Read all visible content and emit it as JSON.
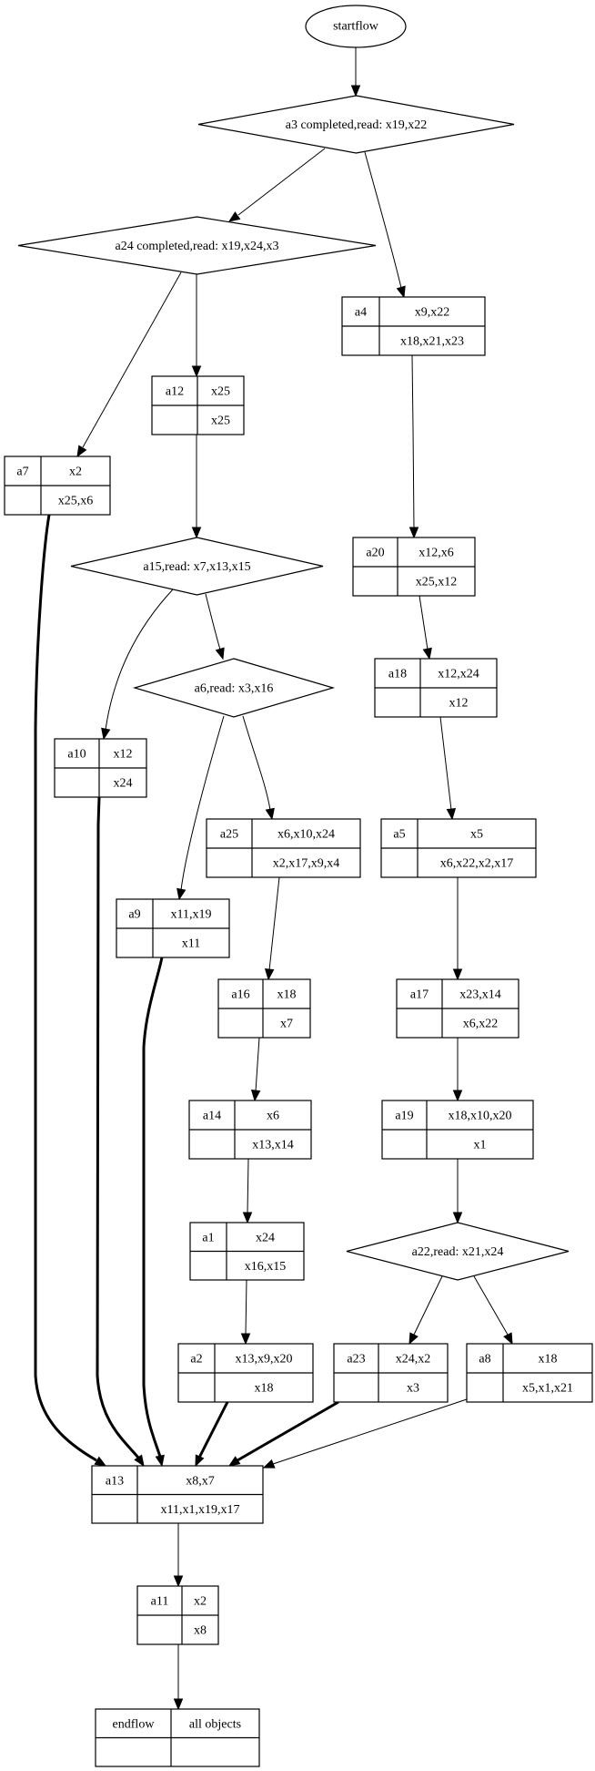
{
  "diagram": {
    "title": "workflow graph",
    "nodes": [
      {
        "id": "startflow",
        "shape": "ellipse",
        "label": "startflow"
      },
      {
        "id": "a3",
        "shape": "diamond",
        "label": "a3 completed,read: x19,x22"
      },
      {
        "id": "a24",
        "shape": "diamond",
        "label": "a24 completed,read: x19,x24,x3"
      },
      {
        "id": "a4",
        "shape": "record",
        "name": "a4",
        "writes": "x9,x22",
        "reads": "x18,x21,x23",
        "extra": ""
      },
      {
        "id": "a12",
        "shape": "record",
        "name": "a12",
        "writes": "x25",
        "reads": "x25",
        "extra": ""
      },
      {
        "id": "a7",
        "shape": "record",
        "name": "a7",
        "writes": "x2",
        "reads": "x25,x6",
        "extra": ""
      },
      {
        "id": "a15",
        "shape": "diamond",
        "label": "a15,read: x7,x13,x15"
      },
      {
        "id": "a20",
        "shape": "record",
        "name": "a20",
        "writes": "x12,x6",
        "reads": "x25,x12",
        "extra": ""
      },
      {
        "id": "a6",
        "shape": "diamond",
        "label": "a6,read: x3,x16"
      },
      {
        "id": "a18",
        "shape": "record",
        "name": "a18",
        "writes": "x12,x24",
        "reads": "x12",
        "extra": ""
      },
      {
        "id": "a10",
        "shape": "record",
        "name": "a10",
        "writes": "x12",
        "reads": "x24",
        "extra": ""
      },
      {
        "id": "a25",
        "shape": "record",
        "name": "a25",
        "writes": "x6,x10,x24",
        "reads": "x2,x17,x9,x4",
        "extra": ""
      },
      {
        "id": "a5",
        "shape": "record",
        "name": "a5",
        "writes": "x5",
        "reads": "x6,x22,x2,x17",
        "extra": ""
      },
      {
        "id": "a9",
        "shape": "record",
        "name": "a9",
        "writes": "x11,x19",
        "reads": "x11",
        "extra": ""
      },
      {
        "id": "a16",
        "shape": "record",
        "name": "a16",
        "writes": "x18",
        "reads": "x7",
        "extra": ""
      },
      {
        "id": "a17",
        "shape": "record",
        "name": "a17",
        "writes": "x23,x14",
        "reads": "x6,x22",
        "extra": ""
      },
      {
        "id": "a14",
        "shape": "record",
        "name": "a14",
        "writes": "x6",
        "reads": "x13,x14",
        "extra": ""
      },
      {
        "id": "a19",
        "shape": "record",
        "name": "a19",
        "writes": "x18,x10,x20",
        "reads": "x1",
        "extra": ""
      },
      {
        "id": "a1",
        "shape": "record",
        "name": "a1",
        "writes": "x24",
        "reads": "x16,x15",
        "extra": ""
      },
      {
        "id": "a22",
        "shape": "diamond",
        "label": "a22,read: x21,x24"
      },
      {
        "id": "a2",
        "shape": "record",
        "name": "a2",
        "writes": "x13,x9,x20",
        "reads": "x18",
        "extra": ""
      },
      {
        "id": "a23",
        "shape": "record",
        "name": "a23",
        "writes": "x24,x2",
        "reads": "x3",
        "extra": ""
      },
      {
        "id": "a8",
        "shape": "record",
        "name": "a8",
        "writes": "x18",
        "reads": "x5,x1,x21",
        "extra": ""
      },
      {
        "id": "a13",
        "shape": "record",
        "name": "a13",
        "writes": "x8,x7",
        "reads": "x11,x1,x19,x17",
        "extra": ""
      },
      {
        "id": "a11",
        "shape": "record",
        "name": "a11",
        "writes": "x2",
        "reads": "x8",
        "extra": ""
      },
      {
        "id": "endflow",
        "shape": "record",
        "name": "endflow",
        "writes": "all objects",
        "reads": "",
        "extra": ""
      }
    ],
    "edges": [
      {
        "from": "startflow",
        "to": "a3",
        "style": "normal"
      },
      {
        "from": "a3",
        "to": "a24",
        "style": "normal"
      },
      {
        "from": "a3",
        "to": "a4",
        "style": "normal"
      },
      {
        "from": "a24",
        "to": "a7",
        "style": "normal"
      },
      {
        "from": "a24",
        "to": "a12",
        "style": "normal"
      },
      {
        "from": "a12",
        "to": "a15",
        "style": "normal"
      },
      {
        "from": "a4",
        "to": "a20",
        "style": "normal"
      },
      {
        "from": "a15",
        "to": "a10",
        "style": "normal"
      },
      {
        "from": "a15",
        "to": "a6",
        "style": "normal"
      },
      {
        "from": "a20",
        "to": "a18",
        "style": "normal"
      },
      {
        "from": "a6",
        "to": "a9",
        "style": "normal"
      },
      {
        "from": "a6",
        "to": "a25",
        "style": "normal"
      },
      {
        "from": "a18",
        "to": "a5",
        "style": "normal"
      },
      {
        "from": "a25",
        "to": "a16",
        "style": "normal"
      },
      {
        "from": "a5",
        "to": "a17",
        "style": "normal"
      },
      {
        "from": "a16",
        "to": "a14",
        "style": "normal"
      },
      {
        "from": "a17",
        "to": "a19",
        "style": "normal"
      },
      {
        "from": "a14",
        "to": "a1",
        "style": "normal"
      },
      {
        "from": "a19",
        "to": "a22",
        "style": "normal"
      },
      {
        "from": "a1",
        "to": "a2",
        "style": "normal"
      },
      {
        "from": "a22",
        "to": "a23",
        "style": "normal"
      },
      {
        "from": "a22",
        "to": "a8",
        "style": "normal"
      },
      {
        "from": "a7",
        "to": "a13",
        "style": "bold"
      },
      {
        "from": "a10",
        "to": "a13",
        "style": "bold"
      },
      {
        "from": "a9",
        "to": "a13",
        "style": "bold"
      },
      {
        "from": "a2",
        "to": "a13",
        "style": "bold"
      },
      {
        "from": "a23",
        "to": "a13",
        "style": "bold"
      },
      {
        "from": "a8",
        "to": "a13",
        "style": "normal"
      },
      {
        "from": "a13",
        "to": "a11",
        "style": "normal"
      },
      {
        "from": "a11",
        "to": "endflow",
        "style": "normal"
      }
    ]
  }
}
